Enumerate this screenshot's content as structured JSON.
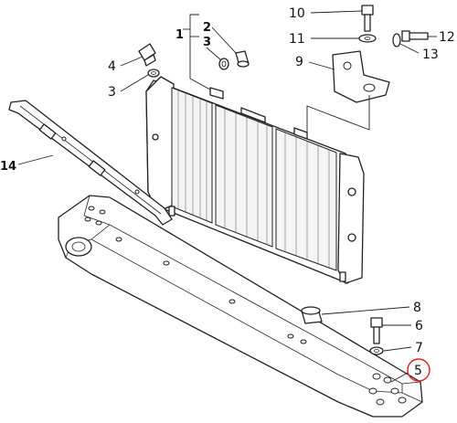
{
  "diagram": {
    "highlight_color": "#e02020",
    "line_color": "#222222",
    "callouts": {
      "c1": "1",
      "c2": "2",
      "c3a": "3",
      "c3b": "3",
      "c4": "4",
      "c5": "5",
      "c6": "6",
      "c7": "7",
      "c8": "8",
      "c9": "9",
      "c10": "10",
      "c11": "11",
      "c12": "12",
      "c13": "13",
      "c14": "14"
    },
    "highlighted_callout": "5"
  }
}
